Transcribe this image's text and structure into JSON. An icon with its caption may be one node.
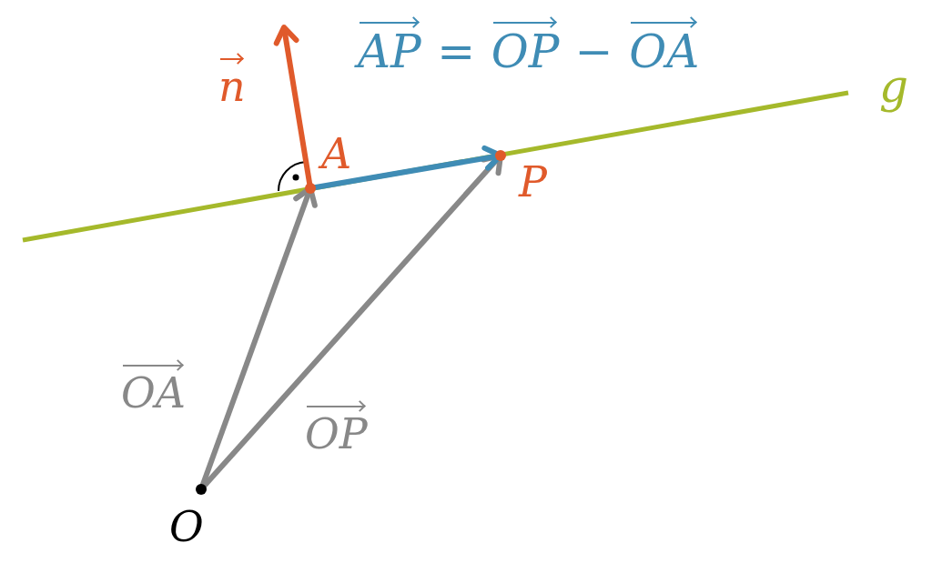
{
  "diagram": {
    "nodes": [
      {
        "text": [
          "O"
        ]
      },
      {
        "text": [
          "A"
        ]
      },
      {
        "text": [
          "P"
        ]
      }
    ],
    "edges": [
      {
        "from": 0,
        "to": 1,
        "arrow": "to",
        "label": "OA",
        "color": "#888888"
      },
      {
        "from": 0,
        "to": 2,
        "arrow": "to",
        "label": "OP",
        "color": "#888888"
      },
      {
        "from": 1,
        "to": 2,
        "arrow": "to",
        "color": "#3f8cb5"
      },
      {
        "from": 1,
        "to": null,
        "arrow": "to",
        "label": "n",
        "color": "#e05a2b"
      }
    ],
    "labels": [
      "AP = OP − OA",
      "g"
    ]
  }
}
